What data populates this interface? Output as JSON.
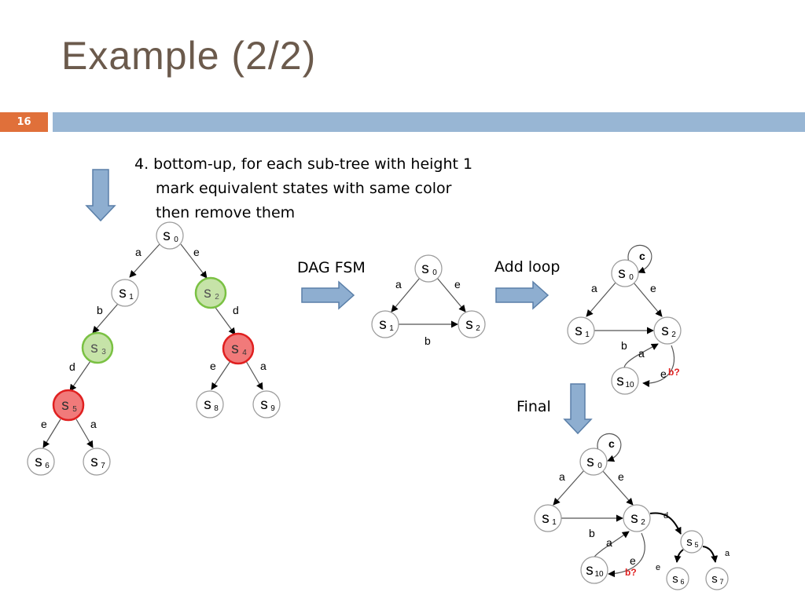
{
  "slide": {
    "title": "Example (2/2)",
    "page_number": "16"
  },
  "instructions": {
    "line1": "4. bottom-up, for each sub-tree with height 1",
    "line2": "mark equivalent states with same color",
    "line3": "then remove them"
  },
  "labels": {
    "dag_fsm": "DAG FSM",
    "add_loop": "Add loop",
    "final": "Final"
  },
  "states": {
    "s0": "s",
    "s0_sub": "0",
    "s1": "s",
    "s1_sub": "1",
    "s2": "s",
    "s2_sub": "2",
    "s3": "s",
    "s3_sub": "3",
    "s4": "s",
    "s4_sub": "4",
    "s5": "s",
    "s5_sub": "5",
    "s6": "s",
    "s6_sub": "6",
    "s7": "s",
    "s7_sub": "7",
    "s8": "s",
    "s8_sub": "8",
    "s9": "s",
    "s9_sub": "9",
    "s10": "s",
    "s10_sub": "10"
  },
  "edge_labels": {
    "a": "a",
    "b": "b",
    "c": "c",
    "d": "d",
    "e": "e",
    "b_question": "b?"
  },
  "colors": {
    "title": "#6b5a4c",
    "accent_orange": "#e0703a",
    "bar_blue": "#98b6d4",
    "arrow_fill": "#8eaed0",
    "arrow_stroke": "#5a7fa8",
    "green_fill": "#c6e3a8",
    "green_stroke": "#7ac143",
    "red_fill": "#f17a7a",
    "red_stroke": "#e02020",
    "question_red": "#e02020"
  }
}
